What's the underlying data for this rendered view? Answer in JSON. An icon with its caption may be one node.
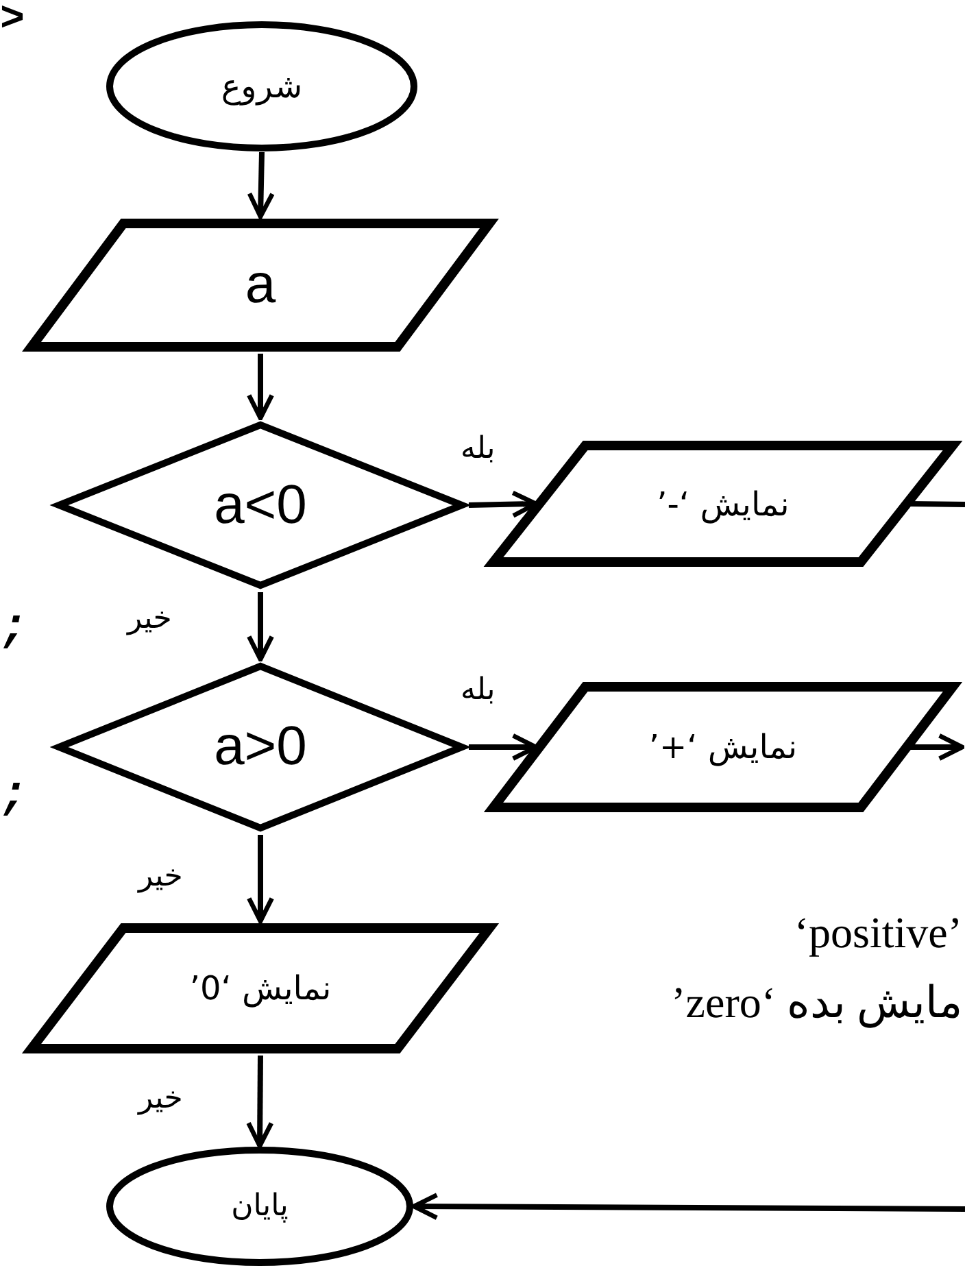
{
  "diagram": {
    "nodes": [
      {
        "text": [
          "شروع"
        ]
      },
      {
        "text": [
          "a"
        ]
      },
      {
        "text": [
          "a<0"
        ]
      },
      {
        "text": [
          "نمایش ‘-’"
        ]
      },
      {
        "text": [
          "a>0"
        ]
      },
      {
        "text": [
          "نمایش ‘+’"
        ]
      },
      {
        "text": [
          "نمایش ‘0’"
        ]
      },
      {
        "text": [
          "پایان"
        ]
      }
    ],
    "edges": [
      {
        "from": 0,
        "to": 1,
        "arrow": "to"
      },
      {
        "from": 1,
        "to": 2,
        "arrow": "to"
      },
      {
        "from": 2,
        "to": 3,
        "arrow": "to",
        "label": "بله"
      },
      {
        "from": 2,
        "to": 4,
        "arrow": "to",
        "label": "خیر"
      },
      {
        "from": 4,
        "to": 5,
        "arrow": "to",
        "label": "بله"
      },
      {
        "from": 4,
        "to": 6,
        "arrow": "to",
        "label": "خیر"
      },
      {
        "from": 6,
        "to": 7,
        "arrow": "to",
        "label": "خیر"
      },
      {
        "from": 3,
        "to": null,
        "arrow": "none"
      },
      {
        "from": 5,
        "to": null,
        "arrow": "to"
      },
      {
        "from": null,
        "to": 7,
        "arrow": "to"
      }
    ],
    "labels": [
      ">",
      ";",
      ";",
      "‘positive’",
      "مایش بده ‘zero’"
    ]
  }
}
